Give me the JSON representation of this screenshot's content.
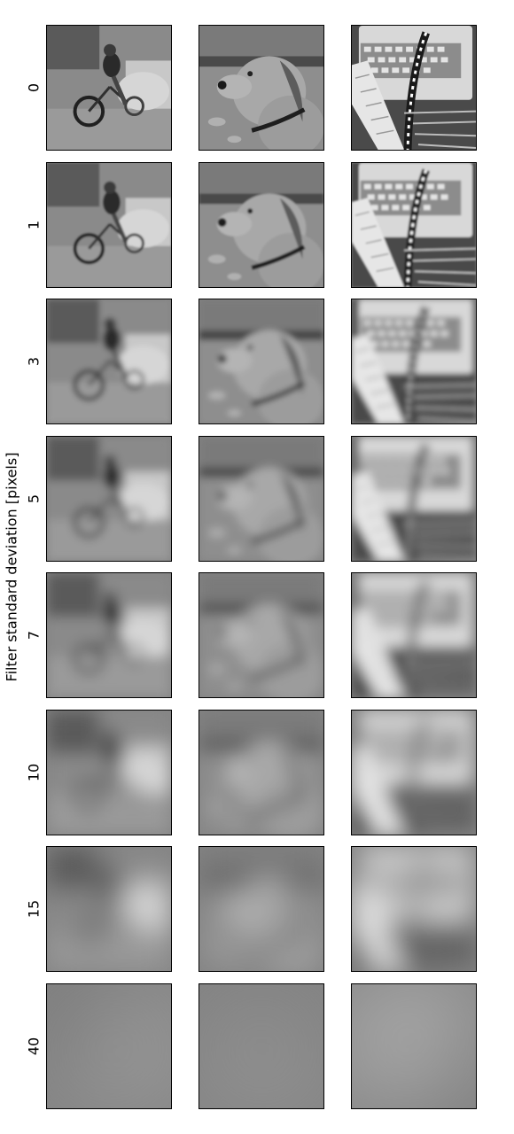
{
  "ylabel": "Filter standard deviation [pixels]",
  "rows": [
    {
      "label": "0",
      "sigma": 0
    },
    {
      "label": "1",
      "sigma": 1
    },
    {
      "label": "3",
      "sigma": 3
    },
    {
      "label": "5",
      "sigma": 5
    },
    {
      "label": "7",
      "sigma": 7
    },
    {
      "label": "10",
      "sigma": 10
    },
    {
      "label": "15",
      "sigma": 15
    },
    {
      "label": "40",
      "sigma": 40
    }
  ],
  "columns": [
    {
      "subject": "cyclist-on-bike-in-muddy-water"
    },
    {
      "subject": "golden-retriever-dog-on-beach"
    },
    {
      "subject": "typewriter-and-keyboard-with-feather"
    }
  ],
  "colors": {
    "background": "#ffffff",
    "frame": "#000000"
  }
}
